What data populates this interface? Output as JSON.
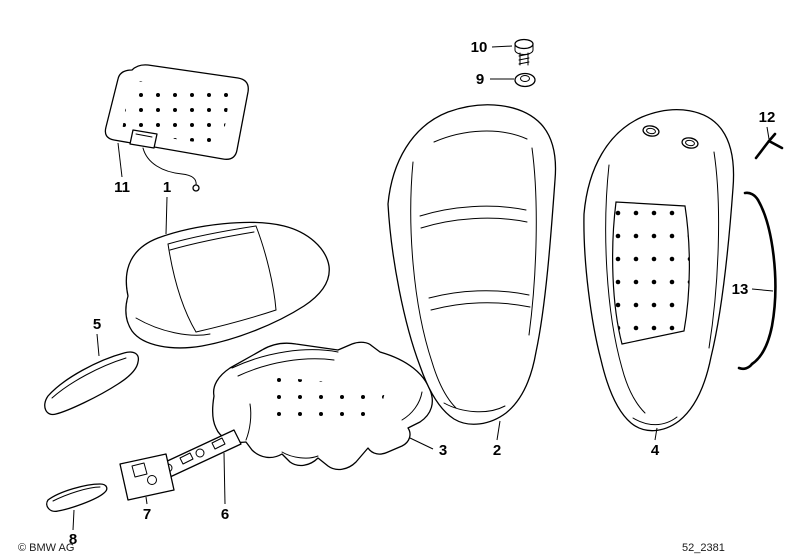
{
  "diagram": {
    "copyright": "© BMW AG",
    "drawing_number": "52_2381",
    "parts": [
      {
        "number": "1"
      },
      {
        "number": "2"
      },
      {
        "number": "3"
      },
      {
        "number": "4"
      },
      {
        "number": "5"
      },
      {
        "number": "6"
      },
      {
        "number": "7"
      },
      {
        "number": "8"
      },
      {
        "number": "9"
      },
      {
        "number": "10"
      },
      {
        "number": "11"
      },
      {
        "number": "12"
      },
      {
        "number": "13"
      }
    ]
  }
}
